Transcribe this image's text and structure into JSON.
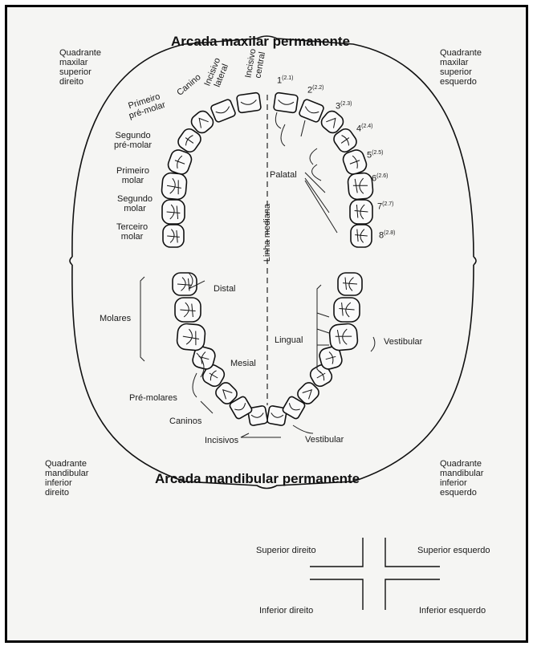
{
  "titles": {
    "maxilar": "Arcada maxilar permanente",
    "mandibular": "Arcada mandibular permanente"
  },
  "quadrants": {
    "upper_right": "Quadrante\nmaxilar\nsuperior\ndireito",
    "upper_left": "Quadrante\nmaxilar\nsuperior\nesquerdo",
    "lower_right": "Quadrante\nmandibular\ninferior\ndireito",
    "lower_left": "Quadrante\nmandibular\ninferior\nesquerdo"
  },
  "upper_teeth_labels": {
    "incisivo_central": "Incisivo\ncentral",
    "incisivo_lateral": "Incisivo\nlateral",
    "canino": "Canino",
    "primeiro_pre_molar": "Primeiro\npré-molar",
    "segundo_pre_molar": "Segundo\npré-molar",
    "primeiro_molar": "Primeiro\nmolar",
    "segundo_molar": "Segundo\nmolar",
    "terceiro_molar": "Terceiro\nmolar"
  },
  "tooth_numbers": [
    {
      "n": "1",
      "fdi": "(2.1)"
    },
    {
      "n": "2",
      "fdi": "(2.2)"
    },
    {
      "n": "3",
      "fdi": "(2.3)"
    },
    {
      "n": "4",
      "fdi": "(2.4)"
    },
    {
      "n": "5",
      "fdi": "(2.5)"
    },
    {
      "n": "6",
      "fdi": "(2.6)"
    },
    {
      "n": "7",
      "fdi": "(2.7)"
    },
    {
      "n": "8",
      "fdi": "(2.8)"
    }
  ],
  "regions": {
    "palatal": "Palatal",
    "linha_mediana": "Linha mediana",
    "distal": "Distal",
    "molares": "Molares",
    "mesial": "Mesial",
    "pre_molares": "Pré-molares",
    "caninos": "Caninos",
    "incisivos": "Incisivos",
    "lingual": "Lingual",
    "vestibular_right": "Vestibular",
    "vestibular_bottom": "Vestibular"
  },
  "legend_cross": {
    "superior_direito": "Superior direito",
    "superior_esquerdo": "Superior esquerdo",
    "inferior_direito": "Inferior direito",
    "inferior_esquerdo": "Inferior esquerdo"
  }
}
